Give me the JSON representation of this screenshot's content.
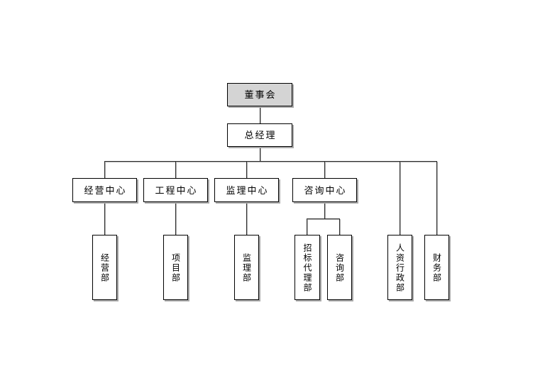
{
  "diagram": {
    "type": "org-chart",
    "board": {
      "label": "董事会"
    },
    "general_manager": {
      "label": "总经理"
    },
    "centers": [
      {
        "label": "经营中心"
      },
      {
        "label": "工程中心"
      },
      {
        "label": "监理中心"
      },
      {
        "label": "咨询中心"
      }
    ],
    "departments": [
      {
        "label": "经营部",
        "parent": "经营中心"
      },
      {
        "label": "项目部",
        "parent": "工程中心"
      },
      {
        "label": "监理部",
        "parent": "监理中心"
      },
      {
        "label": "招标代理部",
        "parent": "咨询中心"
      },
      {
        "label": "咨询部",
        "parent": "咨询中心"
      },
      {
        "label": "人资行政部",
        "parent": "总经理"
      },
      {
        "label": "财务部",
        "parent": "总经理"
      }
    ],
    "colors": {
      "background": "#ffffff",
      "box_border": "#000000",
      "board_fill": "#d4d4d4",
      "box_fill": "#ffffff",
      "connector_line": "#2b2b2b",
      "shadow": "#aaaaaa",
      "text": "#000000"
    }
  }
}
